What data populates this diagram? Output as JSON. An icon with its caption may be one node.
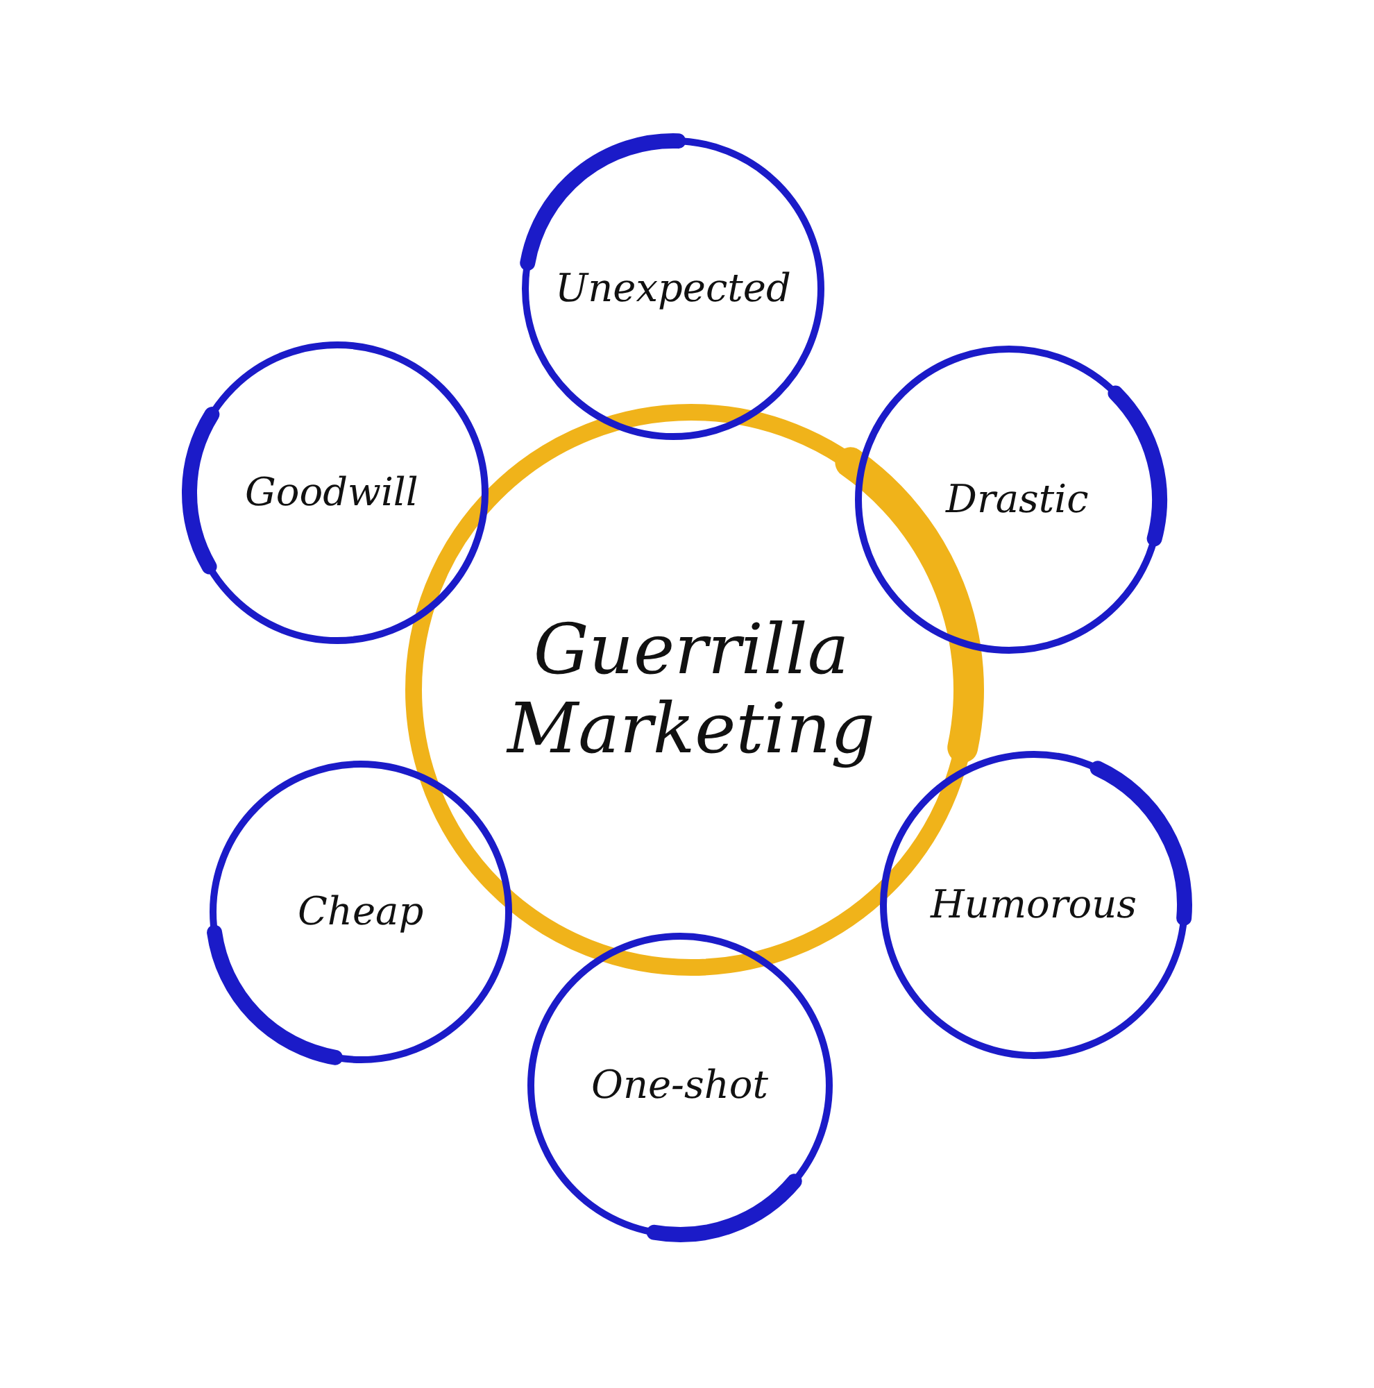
{
  "diagram": {
    "nodes": [
      {
        "text": [
          "Guerrilla Marketing"
        ]
      },
      {
        "text": [
          "Unexpected"
        ]
      },
      {
        "text": [
          "Drastic"
        ]
      },
      {
        "text": [
          "Humorous"
        ]
      },
      {
        "text": [
          "One-shot"
        ]
      },
      {
        "text": [
          "Cheap"
        ]
      },
      {
        "text": [
          "Goodwill"
        ]
      }
    ]
  }
}
